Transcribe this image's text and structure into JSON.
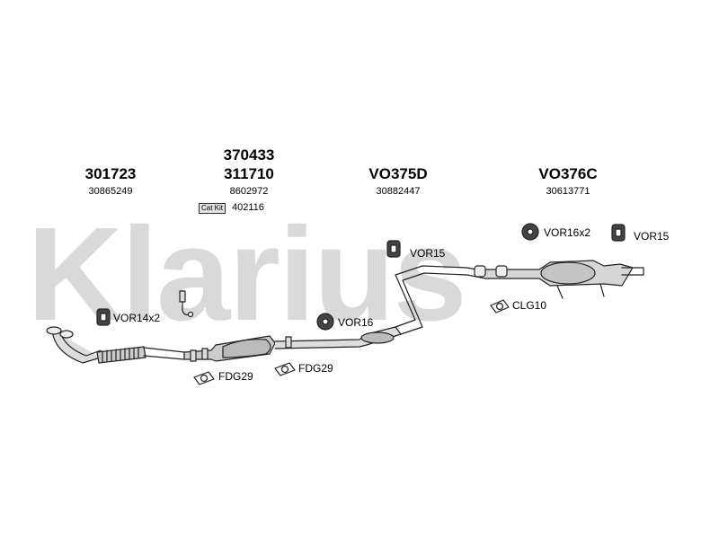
{
  "watermark": "Klarius",
  "sections": [
    {
      "parts": [
        "301723"
      ],
      "oe": "30865249"
    },
    {
      "parts": [
        "370433",
        "311710"
      ],
      "oe": "8602972",
      "cat_kit_badge": "Cat Kit",
      "cat_kit_number": "402116"
    },
    {
      "parts": [
        "VO375D"
      ],
      "oe": "30882447"
    },
    {
      "parts": [
        "VO376C"
      ],
      "oe": "30613771"
    }
  ],
  "fitting_labels": {
    "vor14x2": "VOR14x2",
    "vor16_mid": "VOR16",
    "vor15_mid": "VOR15",
    "vor16x2": "VOR16x2",
    "vor15_rear": "VOR15",
    "clg10": "CLG10",
    "fdg29_a": "FDG29",
    "fdg29_b": "FDG29"
  },
  "icons": [
    "rubber-hanger-icon",
    "clamp-icon",
    "gasket-icon",
    "lambda-sensor-icon",
    "flange-icon"
  ],
  "colors": {
    "line": "#222222",
    "part_fill": "#d6d6d6",
    "watermark": "#d9d9d9"
  }
}
